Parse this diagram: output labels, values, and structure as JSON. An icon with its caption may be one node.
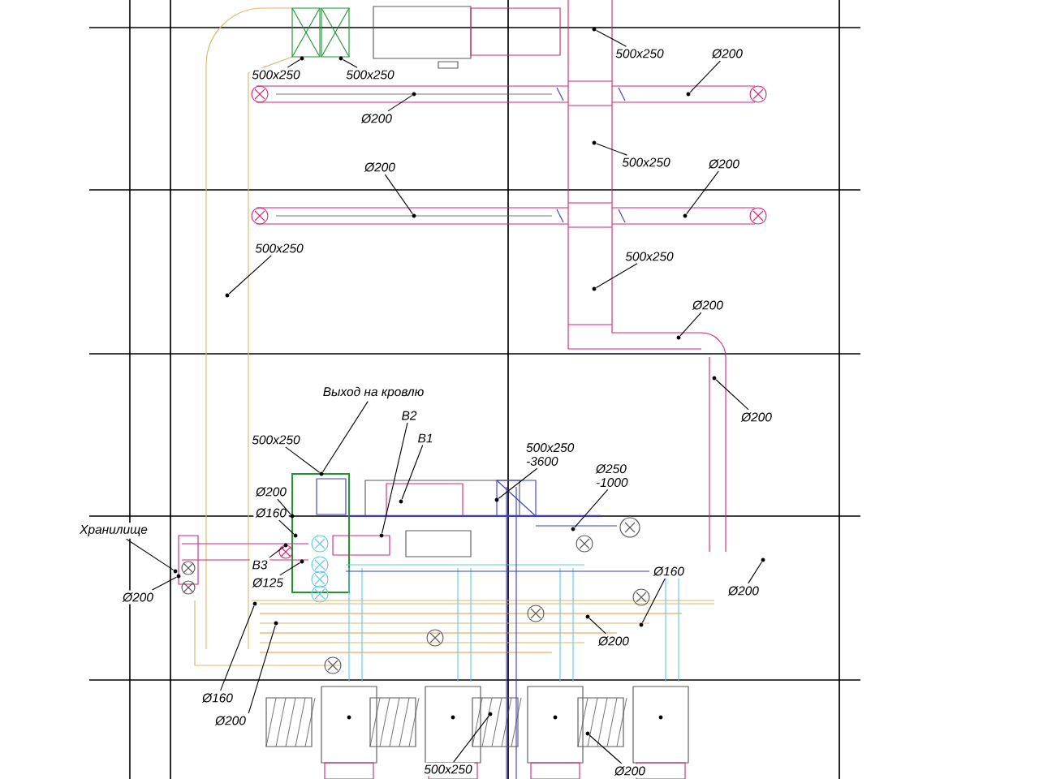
{
  "diagram": {
    "nodes": [
      {
        "text": [
          "500x250"
        ]
      },
      {
        "text": [
          "Ø200"
        ]
      },
      {
        "text": [
          "500x250"
        ]
      },
      {
        "text": [
          "500x250"
        ]
      },
      {
        "text": [
          "Ø200"
        ]
      },
      {
        "text": [
          "500x250"
        ]
      },
      {
        "text": [
          "Ø200"
        ]
      },
      {
        "text": [
          "Ø200"
        ]
      },
      {
        "text": [
          "500x250"
        ]
      },
      {
        "text": [
          "500x250"
        ]
      },
      {
        "text": [
          "Ø200"
        ]
      },
      {
        "text": [
          "Ø200"
        ]
      },
      {
        "text": [
          "Выход на кровлю"
        ]
      },
      {
        "text": [
          "В2"
        ]
      },
      {
        "text": [
          "В1"
        ]
      },
      {
        "text": [
          "500x250"
        ]
      },
      {
        "text": [
          "500x250 -3600"
        ]
      },
      {
        "text": [
          "Ø250 -1000"
        ]
      },
      {
        "text": [
          "Ø200"
        ]
      },
      {
        "text": [
          "Ø160"
        ]
      },
      {
        "text": [
          "Хранилище"
        ]
      },
      {
        "text": [
          "В3"
        ]
      },
      {
        "text": [
          "Ø125"
        ]
      },
      {
        "text": [
          "Ø200"
        ]
      },
      {
        "text": [
          "Ø160"
        ]
      },
      {
        "text": [
          "Ø200"
        ]
      },
      {
        "text": [
          "Ø200"
        ]
      },
      {
        "text": [
          "Ø160"
        ]
      },
      {
        "text": [
          "Ø200"
        ]
      },
      {
        "text": [
          "Ø200"
        ]
      },
      {
        "text": [
          "500x250"
        ]
      },
      {
        "text": [],
        "shape": "dot"
      },
      {
        "text": [],
        "shape": "dot"
      },
      {
        "text": [],
        "shape": "dot"
      },
      {
        "text": [],
        "shape": "dot"
      },
      {
        "text": [],
        "shape": "dot"
      },
      {
        "text": [],
        "shape": "dot"
      },
      {
        "text": [],
        "shape": "dot"
      },
      {
        "text": [],
        "shape": "dot"
      },
      {
        "text": [],
        "shape": "dot"
      },
      {
        "text": [],
        "shape": "dot"
      },
      {
        "text": [],
        "shape": "dot"
      },
      {
        "text": [],
        "shape": "dot"
      },
      {
        "text": [],
        "shape": "dot"
      },
      {
        "text": [],
        "shape": "dot"
      },
      {
        "text": [],
        "shape": "dot"
      },
      {
        "text": [],
        "shape": "dot"
      },
      {
        "text": [],
        "shape": "dot"
      },
      {
        "text": [],
        "shape": "dot"
      },
      {
        "text": [],
        "shape": "dot"
      },
      {
        "text": [],
        "shape": "dot"
      },
      {
        "text": [],
        "shape": "dot"
      },
      {
        "text": [],
        "shape": "dot"
      },
      {
        "text": [],
        "shape": "dot"
      },
      {
        "text": [],
        "shape": "dot"
      },
      {
        "text": [],
        "shape": "dot"
      },
      {
        "text": [],
        "shape": "dot"
      },
      {
        "text": [],
        "shape": "dot"
      },
      {
        "text": [],
        "shape": "dot"
      },
      {
        "text": [],
        "shape": "dot"
      },
      {
        "text": [],
        "shape": "dot"
      }
    ],
    "edges": [
      {
        "from": 0,
        "to": 31,
        "arrow": "none"
      },
      {
        "from": 1,
        "to": 35,
        "arrow": "none"
      },
      {
        "from": 2,
        "to": 32,
        "arrow": "none"
      },
      {
        "from": 3,
        "to": 33,
        "arrow": "none"
      },
      {
        "from": 4,
        "to": 34,
        "arrow": "none"
      },
      {
        "from": 5,
        "to": 36,
        "arrow": "none"
      },
      {
        "from": 6,
        "to": 37,
        "arrow": "none"
      },
      {
        "from": 7,
        "to": 38,
        "arrow": "none"
      },
      {
        "from": 8,
        "to": 40,
        "arrow": "none"
      },
      {
        "from": 9,
        "to": 39,
        "arrow": "none"
      },
      {
        "from": 10,
        "to": 41,
        "arrow": "none"
      },
      {
        "from": 11,
        "to": 42,
        "arrow": "none"
      },
      {
        "from": 12,
        "to": 43,
        "arrow": "none"
      },
      {
        "from": 13,
        "to": 49,
        "arrow": "none"
      },
      {
        "from": 14,
        "to": 45,
        "arrow": "none"
      },
      {
        "from": 15,
        "to": 43,
        "arrow": "none"
      },
      {
        "from": 16,
        "to": 44,
        "arrow": "none"
      },
      {
        "from": 17,
        "to": 47,
        "arrow": "none"
      },
      {
        "from": 18,
        "to": 46,
        "arrow": "none"
      },
      {
        "from": 19,
        "to": 48,
        "arrow": "none"
      },
      {
        "from": 20,
        "to": 53,
        "arrow": "none"
      },
      {
        "from": 21,
        "to": 50,
        "arrow": "none"
      },
      {
        "from": 22,
        "to": 52,
        "arrow": "none"
      },
      {
        "from": 23,
        "to": 54,
        "arrow": "none"
      },
      {
        "from": 24,
        "to": 58,
        "arrow": "none"
      },
      {
        "from": 25,
        "to": 51,
        "arrow": "none"
      },
      {
        "from": 26,
        "to": 56,
        "arrow": "none"
      },
      {
        "from": 27,
        "to": 55,
        "arrow": "none"
      },
      {
        "from": 28,
        "to": 57,
        "arrow": "none"
      },
      {
        "from": 29,
        "to": 60,
        "arrow": "none"
      },
      {
        "from": 30,
        "to": 59,
        "arrow": "none"
      }
    ]
  }
}
